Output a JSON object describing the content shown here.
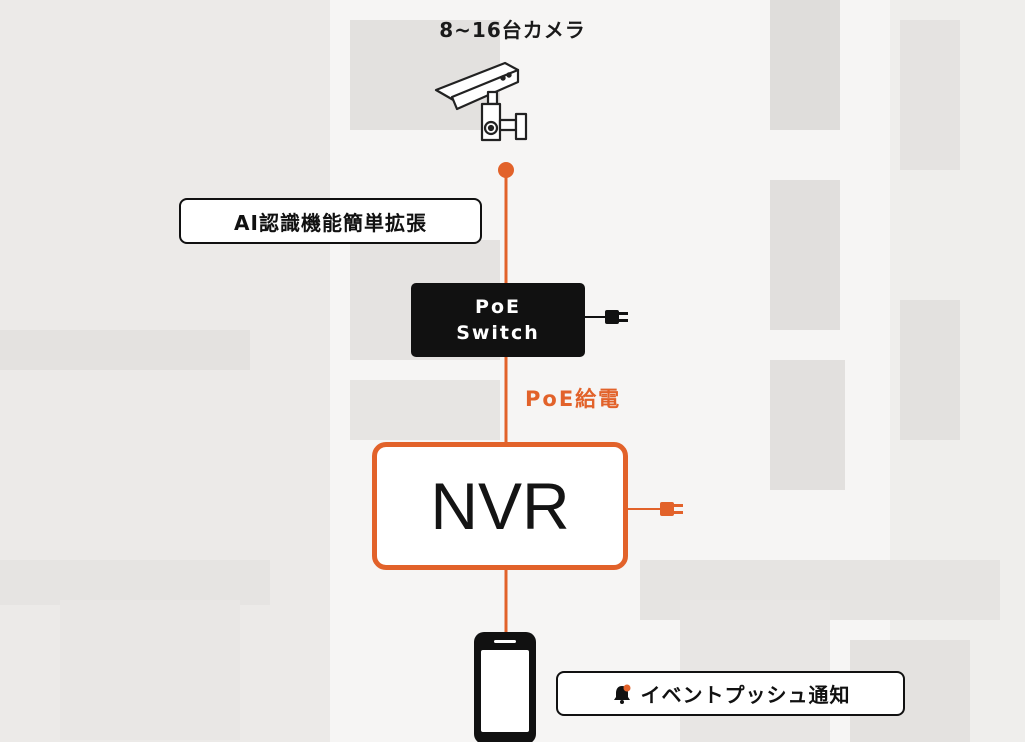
{
  "camera_label": "8~16台カメラ",
  "ai_feature_label": "AI認識機能簡単拡張",
  "poe_switch": {
    "line1": "PoE",
    "line2": "Switch"
  },
  "poe_power_label": "PoE給電",
  "nvr_label": "NVR",
  "push_label": "イベントプッシュ通知",
  "colors": {
    "accent": "#e2622a",
    "dark": "#111111",
    "background": "#f4f3f2"
  },
  "icons": [
    "camera-icon",
    "plug-icon",
    "smartphone-icon",
    "bell-icon"
  ]
}
